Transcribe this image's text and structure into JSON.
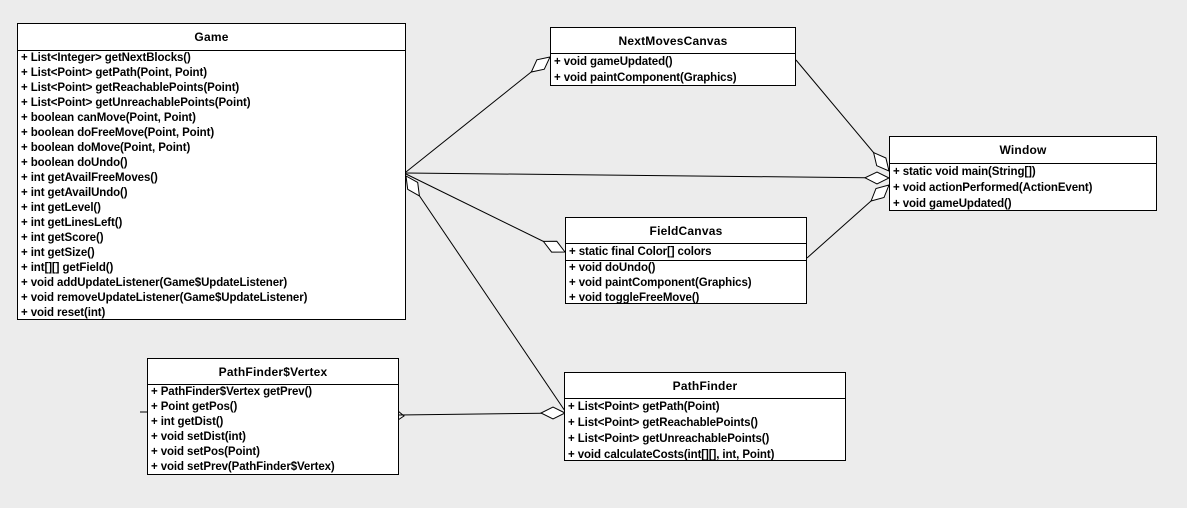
{
  "colors": {
    "background": "#ececec",
    "box_fill": "#ffffff",
    "border": "#000000",
    "text": "#000000"
  },
  "classes": [
    {
      "name": "Game",
      "fields": [],
      "methods": [
        "+ List<Integer> getNextBlocks()",
        "+ List<Point> getPath(Point, Point)",
        "+ List<Point> getReachablePoints(Point)",
        "+ List<Point> getUnreachablePoints(Point)",
        "+ boolean canMove(Point, Point)",
        "+ boolean doFreeMove(Point, Point)",
        "+ boolean doMove(Point, Point)",
        "+ boolean doUndo()",
        "+ int getAvailFreeMoves()",
        "+ int getAvailUndo()",
        "+ int getLevel()",
        "+ int getLinesLeft()",
        "+ int getScore()",
        "+ int getSize()",
        "+ int[][] getField()",
        "+ void addUpdateListener(Game$UpdateListener)",
        "+ void removeUpdateListener(Game$UpdateListener)",
        "+ void reset(int)"
      ]
    },
    {
      "name": "NextMovesCanvas",
      "fields": [],
      "methods": [
        "+ void gameUpdated()",
        "+ void paintComponent(Graphics)"
      ]
    },
    {
      "name": "Window",
      "fields": [],
      "methods": [
        "+ static void main(String[])",
        "+ void actionPerformed(ActionEvent)",
        "+ void gameUpdated()"
      ]
    },
    {
      "name": "FieldCanvas",
      "fields": [
        "+ static final Color[] colors"
      ],
      "methods": [
        "+ void doUndo()",
        "+ void paintComponent(Graphics)",
        "+ void toggleFreeMove()"
      ]
    },
    {
      "name": "PathFinder$Vertex",
      "fields": [],
      "methods": [
        "+ PathFinder$Vertex getPrev()",
        "+ Point getPos()",
        "+ int getDist()",
        "+ void setDist(int)",
        "+ void setPos(Point)",
        "+ void setPrev(PathFinder$Vertex)"
      ]
    },
    {
      "name": "PathFinder",
      "fields": [],
      "methods": [
        "+ List<Point> getPath(Point)",
        "+ List<Point> getReachablePoints()",
        "+ List<Point> getUnreachablePoints()",
        "+ void calculateCosts(int[][], int, Point)"
      ]
    }
  ],
  "relations": [
    {
      "from": "Game",
      "to": "NextMovesCanvas",
      "type": "aggregation",
      "diamond_at": "NextMovesCanvas"
    },
    {
      "from": "Game",
      "to": "Window",
      "type": "aggregation",
      "diamond_at": "Window"
    },
    {
      "from": "NextMovesCanvas",
      "to": "Window",
      "type": "aggregation",
      "diamond_at": "Window"
    },
    {
      "from": "FieldCanvas",
      "to": "Window",
      "type": "aggregation",
      "diamond_at": "Window"
    },
    {
      "from": "Game",
      "to": "FieldCanvas",
      "type": "aggregation",
      "diamond_at": "FieldCanvas"
    },
    {
      "from": "PathFinder",
      "to": "Game",
      "type": "aggregation",
      "diamond_at": "Game"
    },
    {
      "from": "PathFinder$Vertex",
      "to": "PathFinder",
      "type": "aggregation",
      "diamond_at": "PathFinder"
    }
  ]
}
